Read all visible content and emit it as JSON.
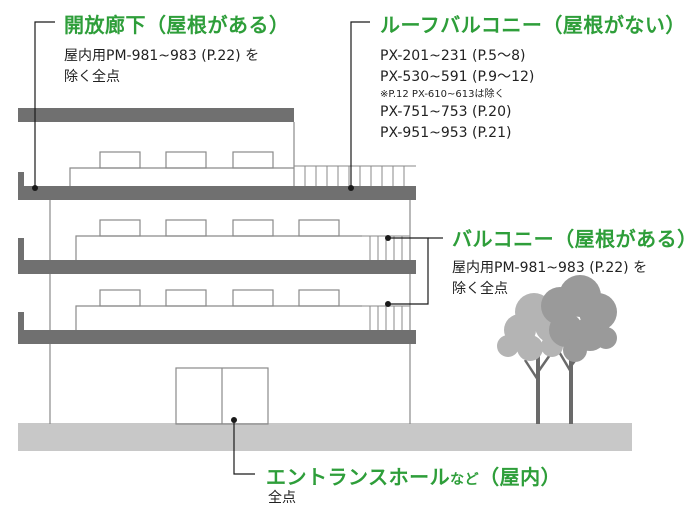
{
  "colors": {
    "accent": "#2e9e3a",
    "slab": "#707070",
    "ground": "#c8c8c8",
    "tree_light": "#b4b4b4",
    "tree_dark": "#8c8c8c",
    "trunk": "#6a6a6a",
    "leader": "#1a1a1a"
  },
  "labels": {
    "open_corridor": {
      "title": "開放廊下（屋根がある）",
      "lines": [
        "屋内用PM-981~983 (P.22) を",
        "除く全点"
      ]
    },
    "roof_balcony": {
      "title": "ルーフバルコニー（屋根がない）",
      "lines": [
        "PX-201~231 (P.5～8)",
        "PX-530~591 (P.9～12)"
      ],
      "note": "※P.12 PX-610~613は除く",
      "lines2": [
        "PX-751~753 (P.20)",
        "PX-951~953 (P.21)"
      ]
    },
    "balcony": {
      "title": "バルコニー（屋根がある）",
      "lines": [
        "屋内用PM-981~983 (P.22) を",
        "除く全点"
      ]
    },
    "entrance": {
      "title_main": "エントランスホール",
      "title_small": "など",
      "title_tail": "（屋内）",
      "lines": [
        "全点"
      ]
    }
  }
}
